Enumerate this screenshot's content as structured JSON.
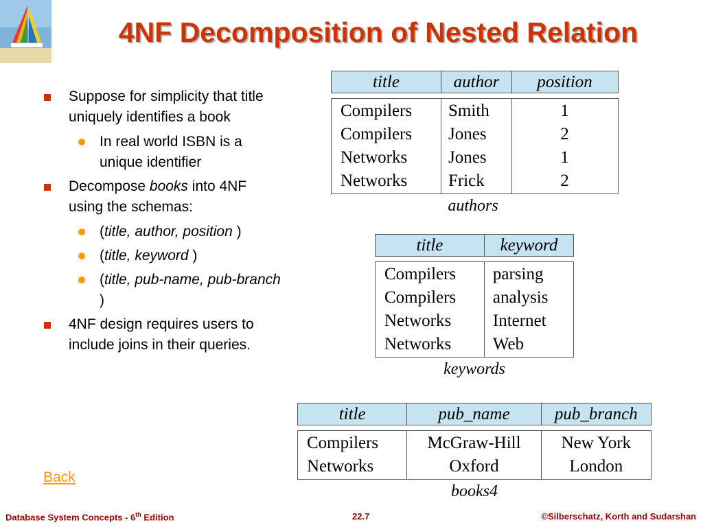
{
  "slide": {
    "title": "4NF Decomposition of Nested Relation",
    "logo_icon": "sailboat-logo-icon"
  },
  "bullets": [
    {
      "level": 1,
      "text": "Suppose for simplicity that title uniquely identifies a book"
    },
    {
      "level": 2,
      "text": "In real world ISBN is a unique identifier"
    },
    {
      "level": 1,
      "pre": "Decompose ",
      "italic": "books",
      "post": " into 4NF using the schemas:"
    },
    {
      "level": 2,
      "pre": "(",
      "italic": "title, author, position",
      "post": " )"
    },
    {
      "level": 2,
      "pre": "(",
      "italic": "title, keyword",
      "post": " )"
    },
    {
      "level": 2,
      "pre": "(",
      "italic": "title, pub-name, pub-branch",
      "post": " )"
    },
    {
      "level": 1,
      "text": "4NF design requires users to include joins in their queries."
    }
  ],
  "back_link": "Back",
  "footer": {
    "left": "Database System Concepts - 6",
    "left_sup": "th",
    "left_post": " Edition",
    "center": "22.7",
    "right": "©Silberschatz, Korth and Sudarshan"
  },
  "tables": {
    "authors": {
      "name": "authors",
      "headers": [
        "title",
        "author",
        "position"
      ],
      "columns": [
        [
          "Compilers",
          "Compilers",
          "Networks",
          "Networks"
        ],
        [
          "Smith",
          "Jones",
          "Jones",
          "Frick"
        ],
        [
          "1",
          "2",
          "1",
          "2"
        ]
      ]
    },
    "keywords": {
      "name": "keywords",
      "headers": [
        "title",
        "keyword"
      ],
      "columns": [
        [
          "Compilers",
          "Compilers",
          "Networks",
          "Networks"
        ],
        [
          "parsing",
          "analysis",
          "Internet",
          "Web"
        ]
      ]
    },
    "books4": {
      "name": "books4",
      "headers": [
        "title",
        "pub_name",
        "pub_branch"
      ],
      "columns": [
        [
          "Compilers",
          "Networks"
        ],
        [
          "McGraw-Hill",
          "Oxford"
        ],
        [
          "New York",
          "London"
        ]
      ]
    }
  },
  "colors": {
    "title": "#cc3300",
    "bullet_square": "#cc3300",
    "bullet_dot": "#ff9900",
    "link": "#ff9900",
    "footer": "#990000",
    "table_header_bg": "#c5e3f0"
  }
}
